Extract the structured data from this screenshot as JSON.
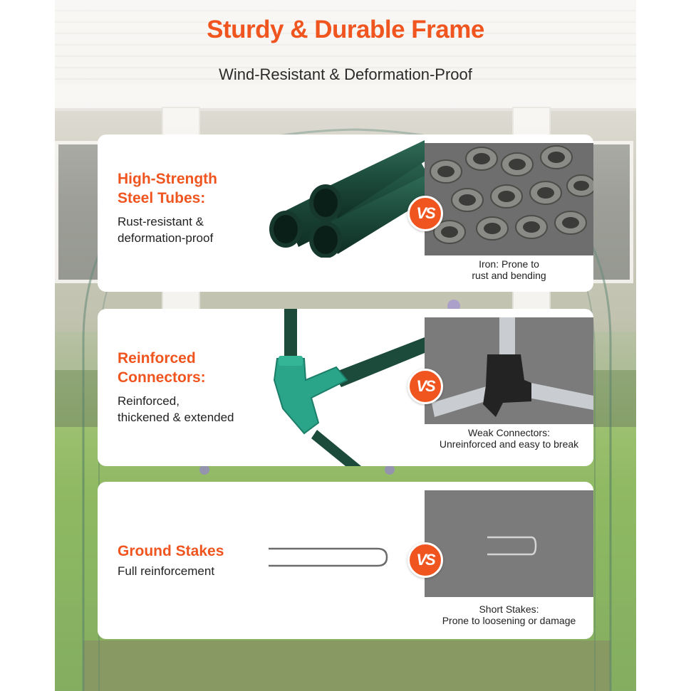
{
  "header": {
    "title": "Sturdy & Durable Frame",
    "subtitle": "Wind-Resistant & Deformation-Proof"
  },
  "features": [
    {
      "title_lines": [
        "High-Strength",
        "Steel Tubes:"
      ],
      "desc_lines": [
        "Rust-resistant &",
        "deformation-proof"
      ],
      "compare_caption_lines": [
        "Iron: Prone to",
        "rust and bending"
      ]
    },
    {
      "title_lines": [
        "Reinforced",
        "Connectors:"
      ],
      "desc_lines": [
        "Reinforced,",
        "thickened & extended"
      ],
      "compare_caption_lines": [
        "Weak Connectors:",
        "Unreinforced and easy to break"
      ]
    },
    {
      "title_lines": [
        "Ground Stakes"
      ],
      "desc_lines": [
        "Full reinforcement"
      ],
      "compare_caption_lines": [
        "Short Stakes:",
        "Prone to loosening or damage"
      ]
    }
  ],
  "vs_badge": "VS",
  "colors": {
    "accent": "#f0551f",
    "tube_green": "#1f4a3c",
    "connector_green": "#2aa58a",
    "compare_bg": "#7b7b7b",
    "text": "#222222"
  },
  "icons": [
    "steel-tubes-image",
    "rusty-iron-tubes-image",
    "green-connector-image",
    "weak-connector-image",
    "long-stake-image",
    "short-stake-image"
  ]
}
